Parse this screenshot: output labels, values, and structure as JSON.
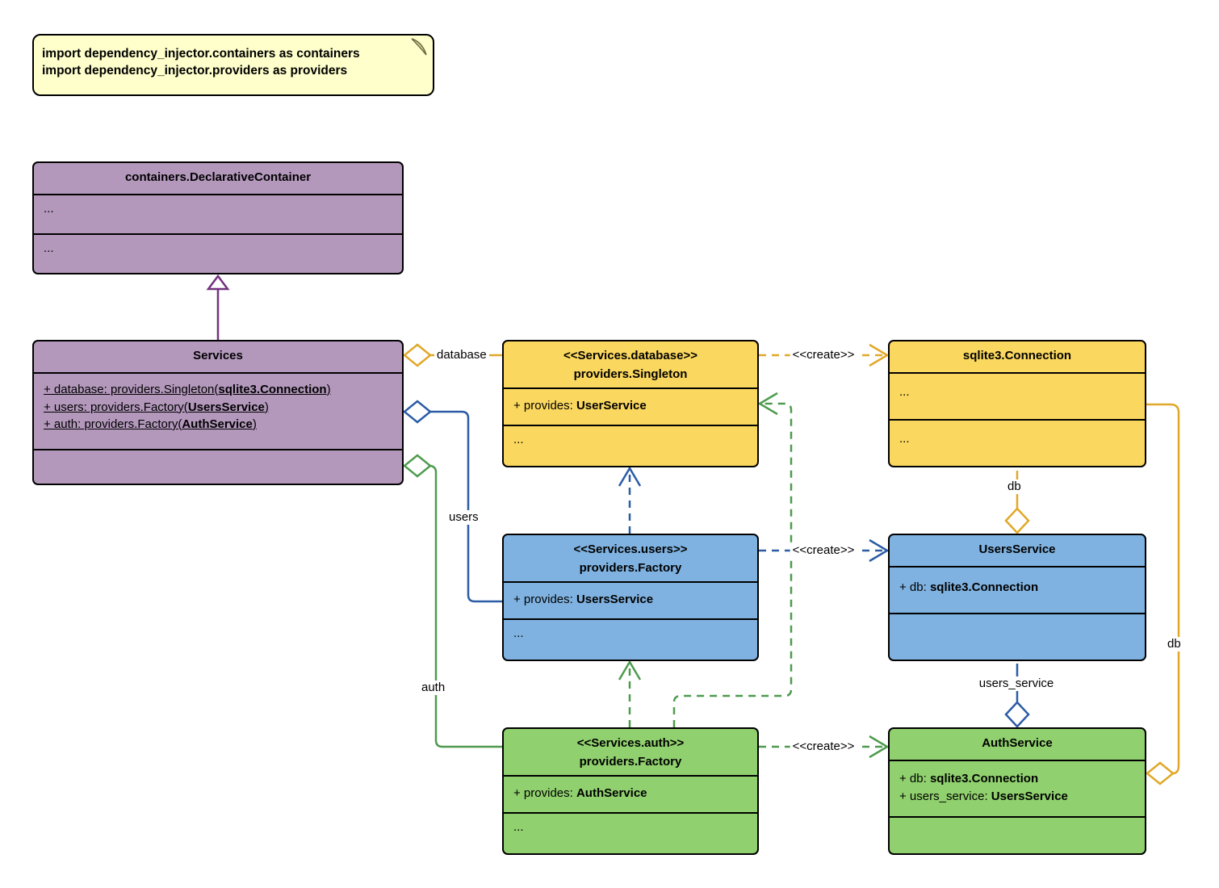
{
  "note": {
    "lines": [
      "import dependency_injector.containers as containers",
      "import dependency_injector.providers as providers"
    ]
  },
  "classes": {
    "declarative_container": {
      "title": "containers.DeclarativeContainer",
      "rows": [
        "...",
        "..."
      ]
    },
    "services": {
      "title": "Services",
      "attributes": [
        {
          "prefix": "+ database: providers.Singleton(",
          "bold": "sqlite3.Connection",
          "suffix": ")"
        },
        {
          "prefix": "+ users: providers.Factory(",
          "bold": "UsersService",
          "suffix": ")"
        },
        {
          "prefix": "+ auth: providers.Factory(",
          "bold": "AuthService",
          "suffix": ")"
        }
      ]
    },
    "database_singleton": {
      "stereotype": "<<Services.database>>",
      "title": "providers.Singleton",
      "attributes": [
        {
          "prefix": "+ provides: ",
          "bold": "UserService",
          "suffix": ""
        }
      ],
      "rows": [
        "..."
      ]
    },
    "sqlite3_connection": {
      "title": "sqlite3.Connection",
      "rows": [
        "...",
        "..."
      ]
    },
    "users_factory": {
      "stereotype": "<<Services.users>>",
      "title": "providers.Factory",
      "attributes": [
        {
          "prefix": "+ provides: ",
          "bold": "UsersService",
          "suffix": ""
        }
      ],
      "rows": [
        "..."
      ]
    },
    "users_service": {
      "title": "UsersService",
      "attributes": [
        {
          "prefix": "+ db: ",
          "bold": "sqlite3.Connection",
          "suffix": ""
        }
      ]
    },
    "auth_factory": {
      "stereotype": "<<Services.auth>>",
      "title": "providers.Factory",
      "attributes": [
        {
          "prefix": "+ provides: ",
          "bold": "AuthService",
          "suffix": ""
        }
      ],
      "rows": [
        "..."
      ]
    },
    "auth_service": {
      "title": "AuthService",
      "attributes": [
        {
          "prefix": "+ db: ",
          "bold": "sqlite3.Connection",
          "suffix": ""
        },
        {
          "prefix": "+ users_service: ",
          "bold": "UsersService",
          "suffix": ""
        }
      ]
    }
  },
  "edges": {
    "create_label": "<<create>>",
    "database_label": "database",
    "users_label": "users",
    "auth_label": "auth",
    "db_users_label": "db",
    "users_service_label": "users_service",
    "db_auth_label": "db"
  },
  "colors": {
    "purple_fill": "#B398BC",
    "yellow_fill": "#FAD75F",
    "blue_fill": "#7FB2E0",
    "green_fill": "#90D06E",
    "note_fill": "#FFFFCC",
    "purple_line": "#73327F",
    "yellow_line": "#E0A828",
    "blue_line": "#2B5CA5",
    "green_line": "#4E9B4E",
    "border": "#000000"
  }
}
